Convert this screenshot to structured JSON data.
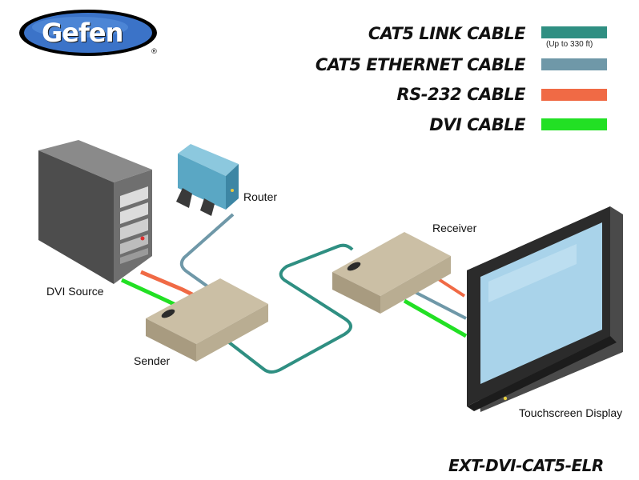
{
  "logo": {
    "text": "Gefen",
    "mark": "®"
  },
  "legend": [
    {
      "label": "CAT5 LINK CABLE",
      "note": "(Up to 330 ft)",
      "color": "#2f8f82"
    },
    {
      "label": "CAT5 ETHERNET CABLE",
      "note": "",
      "color": "#6f98a8"
    },
    {
      "label": "RS-232 CABLE",
      "note": "",
      "color": "#f06a45"
    },
    {
      "label": "DVI CABLE",
      "note": "",
      "color": "#22e024"
    }
  ],
  "devices": {
    "source": "DVI Source",
    "router": "Router",
    "sender": "Sender",
    "receiver": "Receiver",
    "display": "Touchscreen Display"
  },
  "model": "EXT-DVI-CAT5-ELR",
  "colors": {
    "box_top": "#cbbfa5",
    "box_front": "#a89b80",
    "box_side": "#b9ad92",
    "router": "#5aa7c4",
    "screen": "#a9d3ea",
    "bezel": "#2b2b2b"
  }
}
